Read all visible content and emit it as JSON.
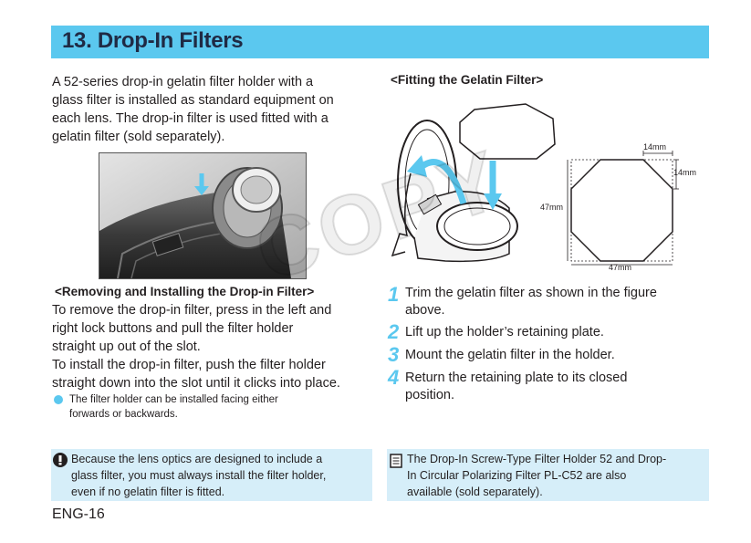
{
  "title": "13. Drop-In Filters",
  "intro": [
    "A 52-series drop-in gelatin filter holder with a",
    "glass filter is installed as standard equipment on",
    "each lens. The drop-in filter is used fitted with a",
    "gelatin filter (sold separately)."
  ],
  "removing": {
    "heading": "<Removing and Installing the Drop-in Filter>",
    "lines": [
      "To remove the drop-in filter, press in the left and",
      "right lock buttons and pull the filter holder",
      "straight up out of the slot.",
      "To install the drop-in filter, push the filter holder",
      "straight down into the slot until it clicks into place."
    ],
    "bullet": [
      "The filter holder can be installed facing either",
      "forwards or backwards."
    ]
  },
  "fitting": {
    "heading": "<Fitting the Gelatin Filter>",
    "dimensions": {
      "corner_h": "14mm",
      "corner_v": "14mm",
      "height": "47mm",
      "width": "47mm"
    },
    "steps": [
      {
        "num": "1",
        "lines": [
          "Trim the gelatin filter as shown in the figure",
          "above."
        ]
      },
      {
        "num": "2",
        "lines": [
          "Lift up the holder’s retaining plate."
        ]
      },
      {
        "num": "3",
        "lines": [
          "Mount the gelatin filter in the holder."
        ]
      },
      {
        "num": "4",
        "lines": [
          "Return the retaining plate to its closed",
          "position."
        ]
      }
    ]
  },
  "caution": [
    "Because the lens optics are designed to include a",
    "glass filter, you must always install the filter holder,",
    "even if no gelatin filter is fitted."
  ],
  "memo": [
    "The Drop-In Screw-Type Filter Holder 52 and Drop-",
    "In Circular Polarizing Filter PL-C52 are also",
    "available (sold separately)."
  ],
  "watermark": "COPY",
  "page_number": "ENG-16",
  "colors": {
    "accent": "#5bc8ef",
    "note_bg": "#d6eef9",
    "text": "#231f20"
  },
  "icons": {
    "caution": "caution-icon",
    "memo": "memo-icon"
  }
}
